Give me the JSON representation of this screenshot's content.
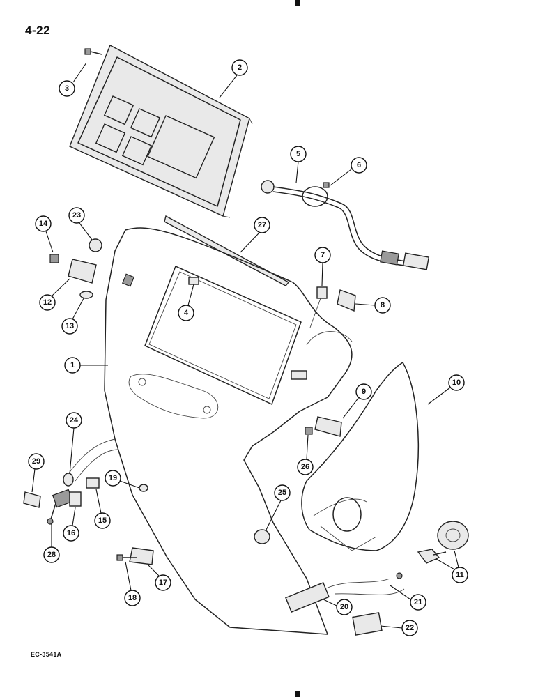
{
  "page": {
    "number": "4-22",
    "figure_code": "EC-3541A"
  },
  "callouts": [
    {
      "id": "1"
    },
    {
      "id": "2"
    },
    {
      "id": "3"
    },
    {
      "id": "4"
    },
    {
      "id": "5"
    },
    {
      "id": "6"
    },
    {
      "id": "7"
    },
    {
      "id": "8"
    },
    {
      "id": "9"
    },
    {
      "id": "10"
    },
    {
      "id": "11"
    },
    {
      "id": "12"
    },
    {
      "id": "13"
    },
    {
      "id": "14"
    },
    {
      "id": "15"
    },
    {
      "id": "16"
    },
    {
      "id": "17"
    },
    {
      "id": "18"
    },
    {
      "id": "19"
    },
    {
      "id": "20"
    },
    {
      "id": "21"
    },
    {
      "id": "22"
    },
    {
      "id": "23"
    },
    {
      "id": "24"
    },
    {
      "id": "25"
    },
    {
      "id": "26"
    },
    {
      "id": "27"
    },
    {
      "id": "28"
    },
    {
      "id": "29"
    }
  ]
}
